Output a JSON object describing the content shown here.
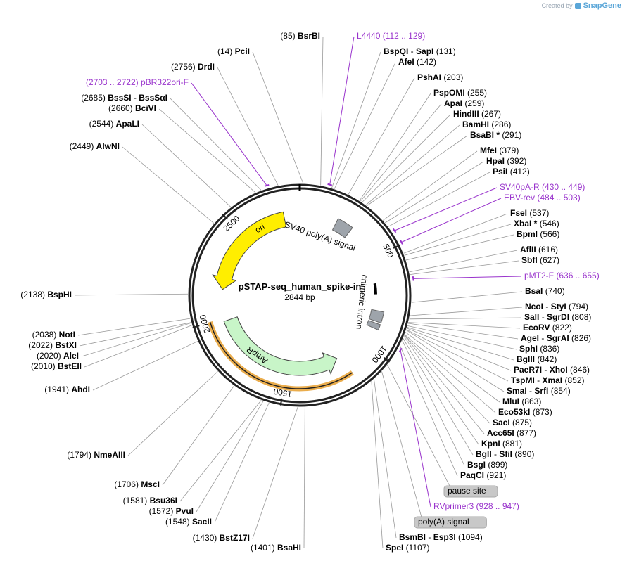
{
  "watermark": {
    "prefix": "Created by",
    "brand": "SnapGene"
  },
  "plasmid": {
    "name": "pSTAP-seq_human_spike-in",
    "length": "2844 bp",
    "length_bp": 2844
  },
  "ticks": [
    {
      "label": "500",
      "bp": 500
    },
    {
      "label": "1000",
      "bp": 1000
    },
    {
      "label": "1500",
      "bp": 1500
    },
    {
      "label": "2000",
      "bp": 2000
    },
    {
      "label": "2500",
      "bp": 2500
    }
  ],
  "features": [
    {
      "label": "ori",
      "start": 2167,
      "end": 2755,
      "color": "#ffee00",
      "strand": -1
    },
    {
      "label": "AmpR",
      "start": 1182,
      "end": 1982,
      "color": "#c8f5c8",
      "strand": -1
    },
    {
      "label": "SV40 poly(A) signal",
      "start": 200,
      "end": 330,
      "color": "#9ea4ab",
      "strand": 0
    },
    {
      "label": "chimeric intron",
      "start": 790,
      "end": 900,
      "color": "#9ea4ab",
      "strand": 0
    }
  ],
  "sites": [
    {
      "bp": 85,
      "name": "BsrBI",
      "pos": "(85)"
    },
    {
      "bp": 14,
      "name": "PciI",
      "pos": "(14)"
    },
    {
      "bp": 2756,
      "name": "DrdI",
      "pos": "(2756)"
    },
    {
      "bp": 2685,
      "name": "BssSI",
      "name2": "BssSαI",
      "pos": "(2685)"
    },
    {
      "bp": 2660,
      "name": "BciVI",
      "pos": "(2660)"
    },
    {
      "bp": 2544,
      "name": "ApaLI",
      "pos": "(2544)"
    },
    {
      "bp": 2449,
      "name": "AlwNI",
      "pos": "(2449)"
    },
    {
      "bp": 2138,
      "name": "BspHI",
      "pos": "(2138)"
    },
    {
      "bp": 2038,
      "name": "NotI",
      "pos": "(2038)"
    },
    {
      "bp": 2022,
      "name": "BstXI",
      "pos": "(2022)"
    },
    {
      "bp": 2020,
      "name": "AleI",
      "pos": "(2020)"
    },
    {
      "bp": 2010,
      "name": "BstEII",
      "pos": "(2010)"
    },
    {
      "bp": 1941,
      "name": "AhdI",
      "pos": "(1941)"
    },
    {
      "bp": 1794,
      "name": "NmeAIII",
      "pos": "(1794)"
    },
    {
      "bp": 1706,
      "name": "MscI",
      "pos": "(1706)"
    },
    {
      "bp": 1581,
      "name": "Bsu36I",
      "pos": "(1581)"
    },
    {
      "bp": 1572,
      "name": "PvuI",
      "pos": "(1572)"
    },
    {
      "bp": 1548,
      "name": "SacII",
      "pos": "(1548)"
    },
    {
      "bp": 1430,
      "name": "BstZ17I",
      "pos": "(1430)"
    },
    {
      "bp": 1401,
      "name": "BsaHI",
      "pos": "(1401)"
    },
    {
      "bp": 131,
      "name": "BspQI",
      "name2": "SapI",
      "pos": "(131)"
    },
    {
      "bp": 142,
      "name": "AfeI",
      "pos": "(142)"
    },
    {
      "bp": 203,
      "name": "PshAI",
      "pos": "(203)"
    },
    {
      "bp": 255,
      "name": "PspOMI",
      "pos": "(255)"
    },
    {
      "bp": 259,
      "name": "ApaI",
      "pos": "(259)"
    },
    {
      "bp": 267,
      "name": "HindIII",
      "pos": "(267)"
    },
    {
      "bp": 286,
      "name": "BamHI",
      "pos": "(286)"
    },
    {
      "bp": 291,
      "name": "BsaBI *",
      "pos": "(291)"
    },
    {
      "bp": 379,
      "name": "MfeI",
      "pos": "(379)"
    },
    {
      "bp": 392,
      "name": "HpaI",
      "pos": "(392)"
    },
    {
      "bp": 412,
      "name": "PsiI",
      "pos": "(412)"
    },
    {
      "bp": 537,
      "name": "FseI",
      "pos": "(537)"
    },
    {
      "bp": 546,
      "name": "XbaI *",
      "pos": "(546)"
    },
    {
      "bp": 566,
      "name": "BpmI",
      "pos": "(566)"
    },
    {
      "bp": 616,
      "name": "AflII",
      "pos": "(616)"
    },
    {
      "bp": 627,
      "name": "SbfI",
      "pos": "(627)"
    },
    {
      "bp": 740,
      "name": "BsaI",
      "pos": "(740)"
    },
    {
      "bp": 794,
      "name": "NcoI",
      "name2": "StyI",
      "pos": "(794)"
    },
    {
      "bp": 808,
      "name": "SalI",
      "name2": "SgrDI",
      "pos": "(808)"
    },
    {
      "bp": 822,
      "name": "EcoRV",
      "pos": "(822)"
    },
    {
      "bp": 826,
      "name": "AgeI",
      "name2": "SgrAI",
      "pos": "(826)"
    },
    {
      "bp": 836,
      "name": "SphI",
      "pos": "(836)"
    },
    {
      "bp": 842,
      "name": "BglII",
      "pos": "(842)"
    },
    {
      "bp": 846,
      "name": "PaeR7I",
      "name2": "XhoI",
      "pos": "(846)"
    },
    {
      "bp": 852,
      "name": "TspMI",
      "name2": "XmaI",
      "pos": "(852)"
    },
    {
      "bp": 854,
      "name": "SmaI",
      "name2": "SrfI",
      "pos": "(854)"
    },
    {
      "bp": 863,
      "name": "MluI",
      "pos": "(863)"
    },
    {
      "bp": 873,
      "name": "Eco53kI",
      "pos": "(873)"
    },
    {
      "bp": 875,
      "name": "SacI",
      "pos": "(875)"
    },
    {
      "bp": 877,
      "name": "Acc65I",
      "pos": "(877)"
    },
    {
      "bp": 881,
      "name": "KpnI",
      "pos": "(881)"
    },
    {
      "bp": 890,
      "name": "BglI",
      "name2": "SfiI",
      "pos": "(890)"
    },
    {
      "bp": 899,
      "name": "BsgI",
      "pos": "(899)"
    },
    {
      "bp": 921,
      "name": "PaqCI",
      "pos": "(921)"
    },
    {
      "bp": 1094,
      "name": "BsmBI",
      "name2": "Esp3I",
      "pos": "(1094)"
    },
    {
      "bp": 1107,
      "name": "SpeI",
      "pos": "(1107)"
    }
  ],
  "primers": [
    {
      "bp": 120,
      "name": "L4440",
      "range": "(112 .. 129)"
    },
    {
      "bp": 2712,
      "name": "pBR322ori-F",
      "range": "(2703 .. 2722)"
    },
    {
      "bp": 440,
      "name": "SV40pA-R",
      "range": "(430 .. 449)"
    },
    {
      "bp": 493,
      "name": "EBV-rev",
      "range": "(484 .. 503)"
    },
    {
      "bp": 645,
      "name": "pMT2-F",
      "range": "(636 .. 655)"
    },
    {
      "bp": 937,
      "name": "RVprimer3",
      "range": "(928 .. 947)"
    }
  ],
  "boxed_labels": [
    {
      "bp": 1015,
      "text": "pause site"
    },
    {
      "bp": 1050,
      "text": "poly(A) signal"
    }
  ]
}
